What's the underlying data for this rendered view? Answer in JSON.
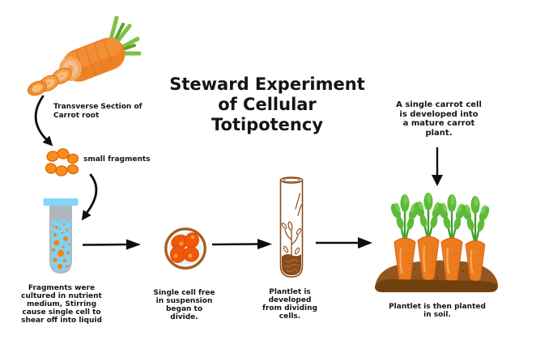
{
  "title": "Steward Experiment\nof Cellular\nTotipotency",
  "annotations": {
    "transverse_section": "Transverse Section of\nCarrot root",
    "small_fragments": "small fragments",
    "single_cell_developed": "A single carrot cell\nis developed into\na mature carrot\nplant.",
    "fragments_cultured": "Fragments were\ncultured in nutrient\nmedium, Stirring\ncause single cell to\nshear off into liquid",
    "single_cell_divide": "Single cell free\nin suspension\nbegan to\ndivide.",
    "plantlet_developed": "Plantlet is\ndeveloped\nfrom dividing\ncells.",
    "plantlet_planted": "Plantlet is then planted\nin soil."
  },
  "icons": {
    "carrot": "carrot-with-transverse-slices",
    "fragments": "small-fragment-cluster",
    "suspension_tube": "test-tube-with-cell-suspension",
    "dividing_cells": "dividing-cells-in-dish",
    "plantlet_tube": "test-tube-with-plantlet",
    "carrot_patch": "mature-carrot-plants-in-soil",
    "arrows": "flow-arrows"
  },
  "colors": {
    "carrot_orange": "#EC7C1E",
    "carrot_outline": "#D2601A",
    "fragment_orange": "#F78E1E",
    "tube_cap_blue": "#83D7F8",
    "tube_glass_gray": "#AFB7BE",
    "nutrient_liquid_blue": "#7FD3F5",
    "cell_orange": "#F3560B",
    "nucleus_orange": "#F7A13C",
    "dish_ring_brown": "#A85E1E",
    "sketch_brown": "#8A4A1A",
    "soil_brown": "#91551D",
    "soil_dark": "#70400F",
    "foliage_green": "#5DBA3A",
    "stem_green": "#44A12C",
    "text_black": "#141414",
    "arrow_black": "#0F0F0F"
  }
}
